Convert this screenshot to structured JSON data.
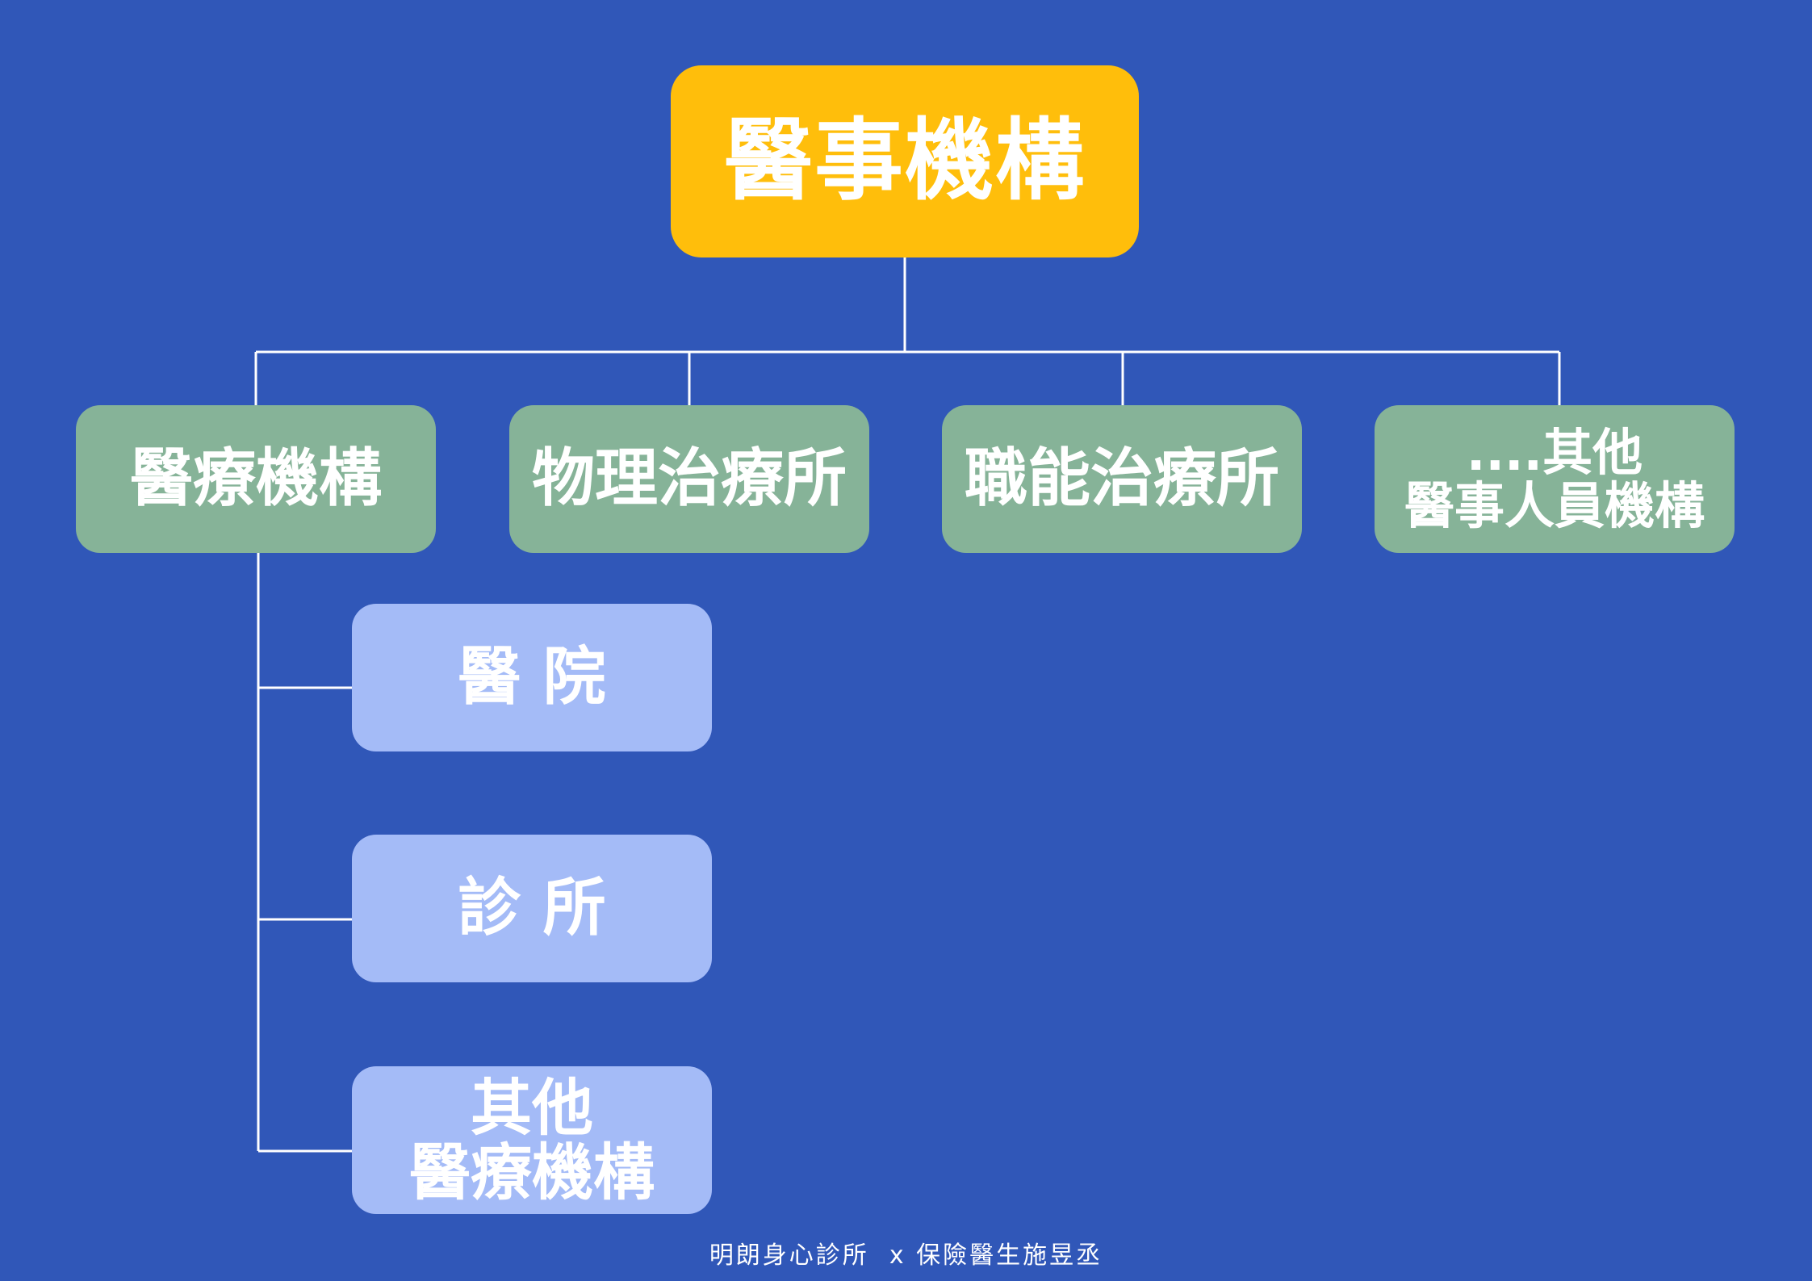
{
  "root": {
    "label": "醫事機構"
  },
  "level1": [
    {
      "lines": [
        "醫療機構"
      ]
    },
    {
      "lines": [
        "物理治療所"
      ]
    },
    {
      "lines": [
        "職能治療所"
      ]
    },
    {
      "lines": [
        "....其他",
        "醫事人員機構"
      ]
    }
  ],
  "level2": [
    {
      "lines": [
        "醫 院"
      ]
    },
    {
      "lines": [
        "診 所"
      ]
    },
    {
      "lines": [
        "其他",
        "醫療機構"
      ]
    }
  ],
  "footer": {
    "text": "明朗身心診所  x 保險醫生施昱丞"
  },
  "colors": {
    "background": "#3057b8",
    "root": "#ffbe0b",
    "level1": "#86b398",
    "level2": "#a4bbf7",
    "text": "#ffffff",
    "connector": "#ffffff"
  }
}
